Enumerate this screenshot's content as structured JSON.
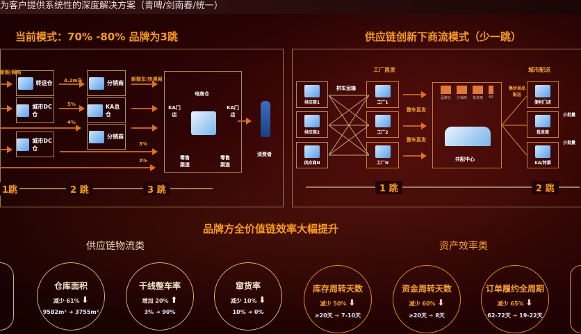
{
  "top_banner": "为客户提供系统性的深度解决方案（青啤/剑南春/统一）",
  "left_panel": {
    "title": "当前模式：70% -80% 品牌为3跳",
    "edge_label": "新能/网络",
    "boxes": [
      "转运仓",
      "城市DC仓",
      "城市DC仓",
      "分销商",
      "KA总仓",
      "分销商"
    ],
    "arrow_labels": [
      "4.2m车",
      "5%",
      "4%",
      "新能车/快递网",
      "3%",
      "3%"
    ],
    "store": {
      "top": "电商仓",
      "left": "KA门店",
      "right": "KA门店",
      "bottom_left": "零售渠道",
      "bottom_right": "零售渠道"
    },
    "consumer": "消费者",
    "hops": [
      "1跳",
      "2 跳",
      "3 跳"
    ]
  },
  "right_panel": {
    "title": "供应链创新下商流模式（少一跳）",
    "section_factory": "工厂直发",
    "section_city": "城市配送",
    "suppliers": [
      "供应商1",
      "供应商2",
      "供应商N"
    ],
    "factories": [
      "工厂1",
      "工厂2",
      "工厂N"
    ],
    "mesh_label": "拼车运输",
    "arrow_labels": [
      "整车直发",
      "整车直发"
    ],
    "hub": "共配中心",
    "hub_sources": [
      "品牌仓",
      "分销商",
      "批发商",
      "KA"
    ],
    "dist_label": "集拼单品配送",
    "outlets": [
      "便利门店",
      "批发商",
      "KA/特渠"
    ],
    "side_labels": [
      "小批量",
      "小批量"
    ],
    "hops": [
      "1 跳",
      "2 跳"
    ]
  },
  "bottom": {
    "title": "品牌方全价值链效率大幅提升",
    "logistics_title": "供应链物流类",
    "asset_title": "资产效率类",
    "logistics": [
      {
        "name": "仓库面积",
        "change": "减少 61%",
        "dir": "down",
        "from": "9582m²",
        "to": "3755m²"
      },
      {
        "name": "干线整车率",
        "change": "增加 20%",
        "dir": "up",
        "from": "3%",
        "to": "90%"
      },
      {
        "name": "窜货率",
        "change": "减少 10%",
        "dir": "down",
        "from": "10%",
        "to": "0%"
      }
    ],
    "assets": [
      {
        "name": "库存周转天数",
        "change": "减少 50%",
        "dir": "down",
        "from": "≥20天",
        "to": "7-10天"
      },
      {
        "name": "资金周转天数",
        "change": "减少 60%",
        "dir": "down",
        "from": "≥20天",
        "to": "8天"
      },
      {
        "name": "订单履约全周期",
        "change": "减少 65%",
        "dir": "down",
        "from": "62-72天",
        "to": "19-22天"
      }
    ]
  }
}
